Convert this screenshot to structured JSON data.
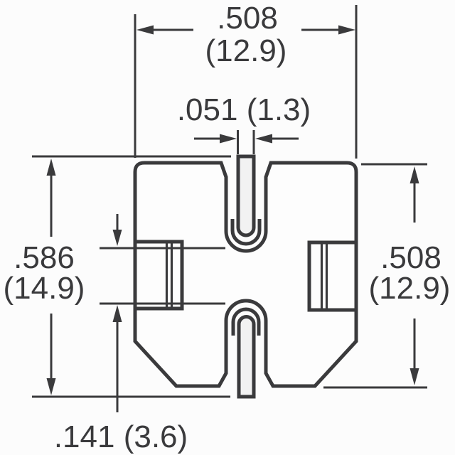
{
  "drawing": {
    "type": "component-dimension-drawing",
    "colors": {
      "line": "#3a3a3c",
      "background": "#fcfcfc",
      "wire_fill": "#f2f2f2"
    },
    "dimensions": {
      "top_width_in": ".508",
      "top_width_mm": "(12.9)",
      "terminal_wire_width": ".051 (1.3)",
      "overall_height_in": ".586",
      "overall_height_mm": "(14.9)",
      "body_height_in": ".508",
      "body_height_mm": "(12.9)",
      "terminal_band_height": ".141 (3.6)"
    }
  }
}
